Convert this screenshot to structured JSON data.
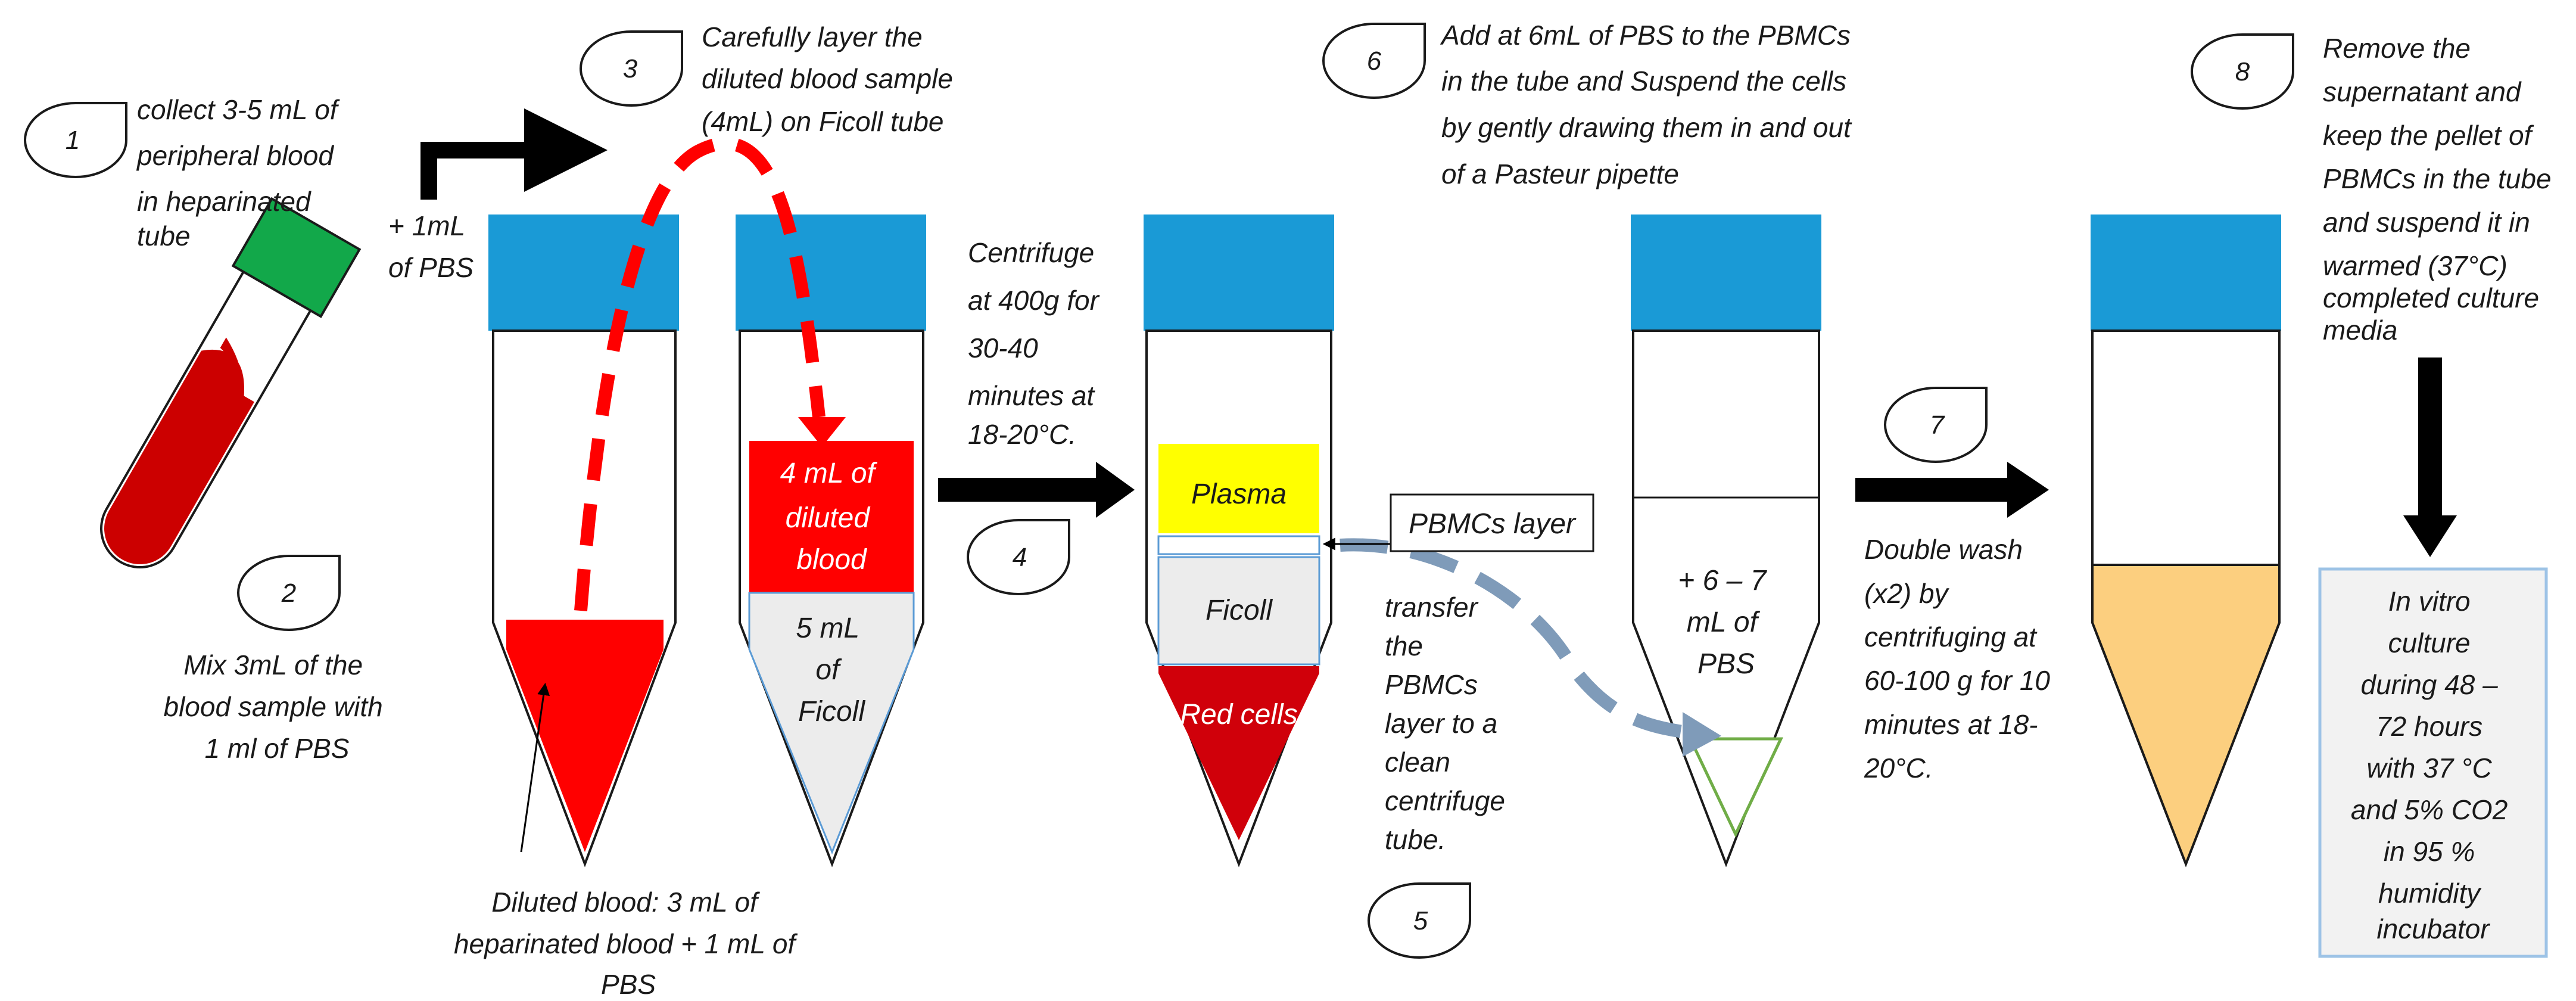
{
  "steps": {
    "s1": "1",
    "s2": "2",
    "s3": "3",
    "s4": "4",
    "s5": "5",
    "s6": "6",
    "s7": "7",
    "s8": "8"
  },
  "texts": {
    "collect": [
      "collect 3-5 mL of",
      "peripheral blood",
      "in heparinated",
      "tube"
    ],
    "mix": [
      "Mix 3mL of the",
      "blood sample with",
      "1 ml of PBS"
    ],
    "add_pbs": [
      "+ 1mL",
      "of PBS"
    ],
    "layer": [
      "Carefully layer the",
      "diluted blood sample",
      "(4mL) on Ficoll tube"
    ],
    "diluted_caption": [
      "Diluted blood: 3 mL of",
      "heparinated blood + 1 mL of",
      "PBS"
    ],
    "centrifuge": [
      "Centrifuge",
      "at 400g for",
      "30-40",
      "minutes at",
      "18-20°C."
    ],
    "add_6ml": [
      "Add at 6mL of PBS to the PBMCs",
      "in the tube and Suspend the cells",
      "by gently drawing them in and out",
      "of a Pasteur pipette"
    ],
    "transfer": [
      "transfer",
      "the",
      "PBMCs",
      "layer to a",
      "clean",
      "centrifuge",
      "tube."
    ],
    "double_wash": [
      "Double wash",
      "(x2) by",
      "centrifuging at",
      "60-100 g for 10",
      "minutes at 18-",
      "20°C."
    ],
    "remove": [
      "Remove the",
      "supernatant and",
      "keep the pellet of",
      "PBMCs in the tube",
      "and suspend it in",
      "warmed (37°C)",
      "completed culture",
      "media"
    ],
    "in_vitro": [
      "In vitro",
      "culture",
      "during 48 –",
      "72 hours",
      "with 37 °C",
      "and 5% CO2",
      "in 95 %",
      "humidity",
      "incubator"
    ]
  },
  "tube_labels": {
    "diluted_blood": [
      "4 mL of",
      "diluted",
      "blood"
    ],
    "ficoll_5ml": [
      "5 mL",
      "of",
      "Ficoll"
    ],
    "plasma": "Plasma",
    "ficoll": "Ficoll",
    "red_cells": "Red cells",
    "pbmcs_layer": "PBMCs layer",
    "pbs_6_7": [
      "+ 6 – 7",
      "mL of",
      "PBS"
    ]
  },
  "colors": {
    "cap_blue": "#1a9ad6",
    "cap_green": "#12a84a",
    "blood_red": "#ff0000",
    "dark_red": "#d0000a",
    "plasma_yellow": "#ffff00",
    "ficoll_gray": "#ececec",
    "media_orange": "#fccf7f",
    "dashed_blue": "#7f9bb9",
    "culture_box_bg": "#f2f2f2",
    "culture_box_border": "#9dc3e6",
    "pellet_green": "#70ad47"
  }
}
